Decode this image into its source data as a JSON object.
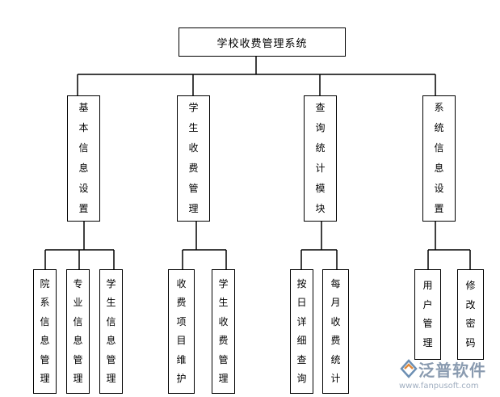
{
  "title": "学校收费管理系统",
  "colors": {
    "line": "#000000",
    "watermark": "#8a9bb0"
  },
  "modules": [
    {
      "label": "基本信息设置",
      "children": [
        "院系信息管理",
        "专业信息管理",
        "学生信息管理"
      ]
    },
    {
      "label": "学生收费管理",
      "children": [
        "收费项目维护",
        "学生收费管理"
      ]
    },
    {
      "label": "查询统计模块",
      "children": [
        "按日详细查询",
        "每月收费统计"
      ]
    },
    {
      "label": "系统信息设置",
      "children": [
        "用户管理",
        "修改密码"
      ]
    }
  ],
  "watermark": {
    "brand": "泛普软件",
    "url": "www.fanpusoft.com",
    "logo_icon": "fanpu-logo-icon"
  }
}
